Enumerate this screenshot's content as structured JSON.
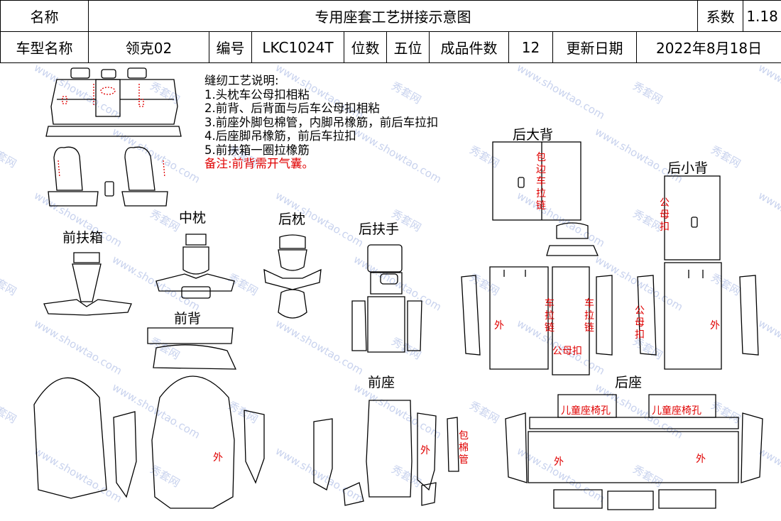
{
  "header": {
    "name_label": "名称",
    "title": "专用座套工艺拼接示意图",
    "coef_label": "系数",
    "coef_value": "1.18",
    "model_label": "车型名称",
    "model_value": "领克02",
    "code_label": "编号",
    "code_value": "LKC1024T",
    "seats_label": "位数",
    "seats_value": "五位",
    "count_label": "成品件数",
    "count_value": "12",
    "date_label": "更新日期",
    "date_value": "2022年8月18日"
  },
  "notes": {
    "title": "缝纫工艺说明:",
    "items": [
      "1.头枕车公母扣相粘",
      "2.前背、后背面与后车公母扣相粘",
      "3.前座外脚包棉管，内脚吊橡筋，前后车拉扣",
      "4.后座脚吊橡筋，前后车拉扣",
      "5.前扶箱一圈拉橡筋"
    ],
    "remark": "备注:前背需开气囊。"
  },
  "parts": {
    "front_armrest": "前扶箱",
    "middle_headrest": "中枕",
    "rear_headrest": "后枕",
    "rear_armrest": "后扶手",
    "front_back": "前背",
    "front_seat": "前座",
    "rear_big_back": "后大背",
    "rear_small_back": "后小背",
    "rear_seat": "后座"
  },
  "marks": {
    "outer": "外",
    "wrap_zipper": "包边车拉链",
    "snap_button": "公母扣",
    "zipper": "车拉链",
    "snap_button_short": "公母扣",
    "wrap_cotton": "包棉管",
    "child_seat_hole": "儿童座椅孔"
  },
  "watermark": {
    "text_a": "www.showtao.com",
    "text_b": "秀套网"
  },
  "colors": {
    "line": "#000000",
    "annotation": "#e00000",
    "watermark": "#c9d3ee"
  }
}
